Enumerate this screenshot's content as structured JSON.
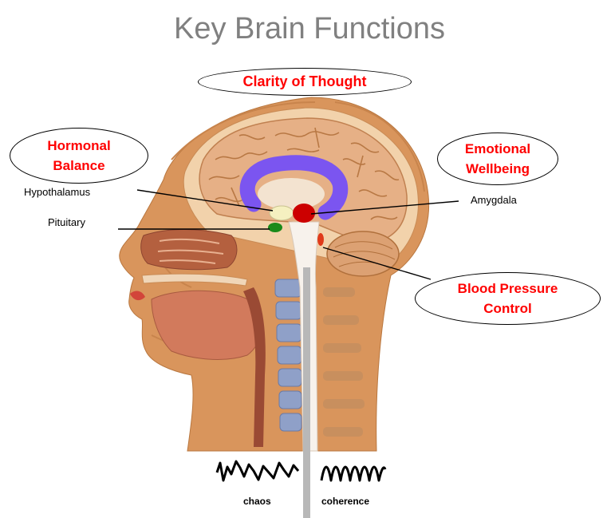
{
  "title": "Key Brain Functions",
  "functions": {
    "clarity": {
      "label": "Clarity of Thought"
    },
    "hormonal": {
      "lines": [
        "Hormonal",
        "Balance"
      ]
    },
    "emotional": {
      "lines": [
        "Emotional",
        "Wellbeing"
      ]
    },
    "blood_pressure": {
      "lines": [
        "Blood Pressure",
        "Control"
      ]
    }
  },
  "structures": {
    "hypothalamus": "Hypothalamus",
    "pituitary": "Pituitary",
    "amygdala": "Amygdala"
  },
  "waves": {
    "chaos": "chaos",
    "coherence": "coherence"
  },
  "colors": {
    "title": "#808080",
    "function_text": "#ff0000",
    "corpus_callosum": "#7b55f0",
    "amygdala": "#cc0000",
    "hypothalamus": "#f5f0c0",
    "pituitary": "#1a8a1a",
    "arrow": "#b8b8b8"
  }
}
